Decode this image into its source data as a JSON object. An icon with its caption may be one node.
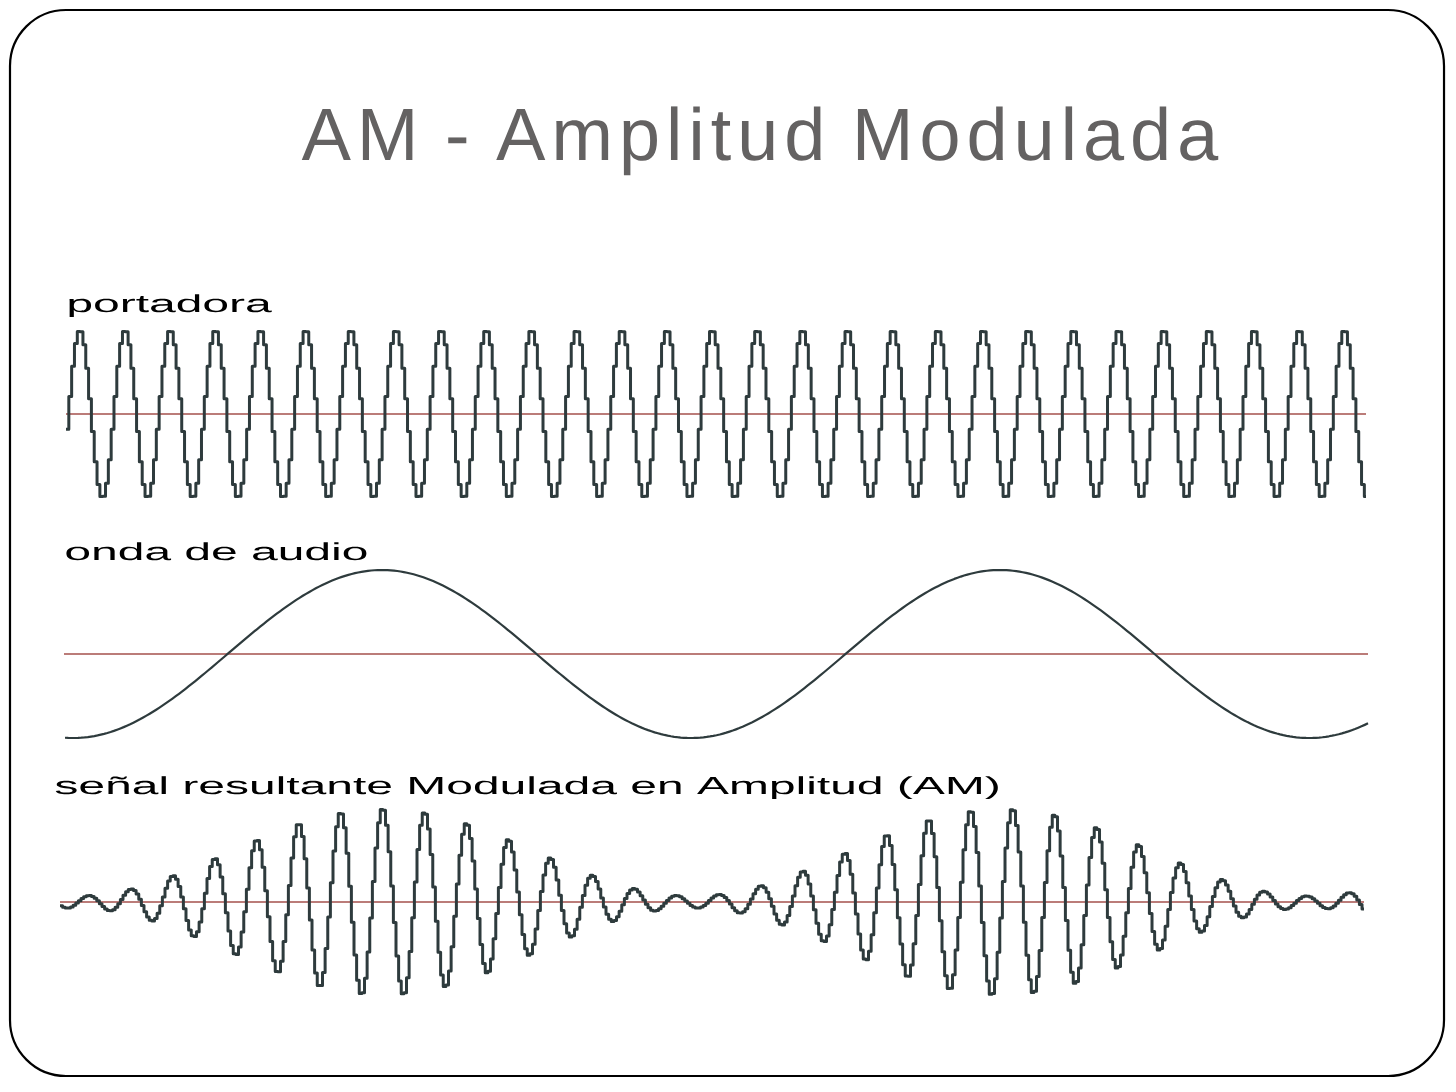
{
  "diagram": {
    "title": "AM - Amplitud Modulada",
    "labels": [
      "portadora",
      "onda de audio",
      "señal resultante Modulada en Amplitud (AM)"
    ]
  }
}
